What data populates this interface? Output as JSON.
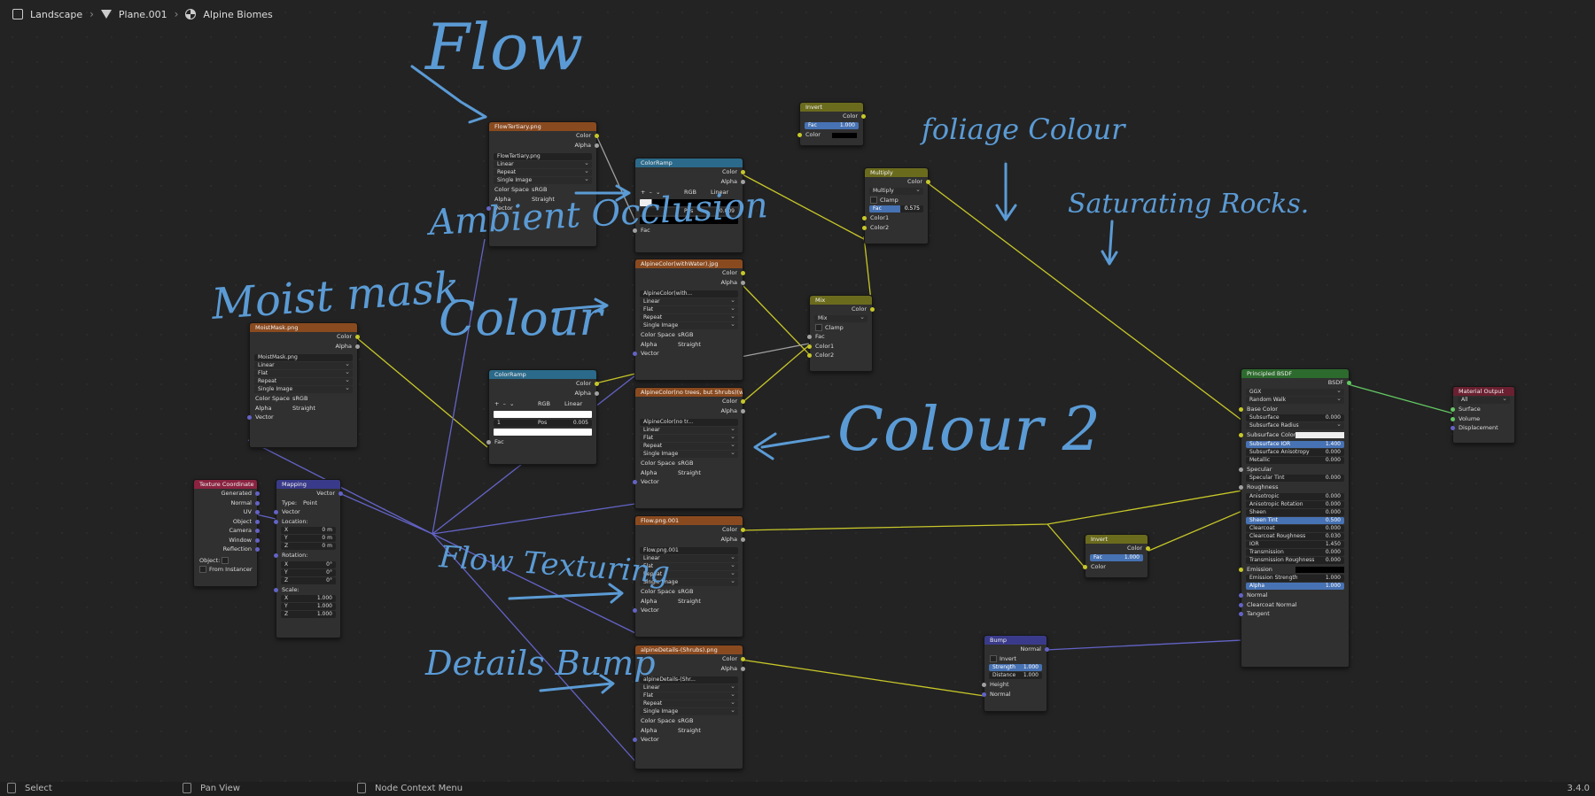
{
  "breadcrumb": {
    "items": [
      {
        "label": "Landscape",
        "icon": "scene-icon"
      },
      {
        "label": "Plane.001",
        "icon": "mesh-icon"
      },
      {
        "label": "Alpine Biomes",
        "icon": "material-icon"
      }
    ]
  },
  "version": "3.4.0",
  "status": {
    "select": "Select",
    "pan": "Pan View",
    "context": "Node Context Menu"
  },
  "colors": {
    "texture_header": "#8a4a1f",
    "converter_header": "#2b6a8a",
    "color_header": "#6b6b1e",
    "shader_header": "#2d6a2d",
    "input_header": "#8a2340",
    "vector_header": "#3a3a8a",
    "output_header": "#6a2030",
    "color_wire": "#c7c729",
    "vector_wire": "#6363c7",
    "shader_wire": "#63c763",
    "annotation_ink": "#5b9bd5"
  },
  "annotations": [
    "Flow",
    "Ambient Occlusion",
    "Moist mask",
    "Colour",
    "Colour 2",
    "Flow Texturing",
    "Details Bump",
    "foliage Colour",
    "Saturating Rocks."
  ],
  "common": {
    "color": "Color",
    "alpha": "Alpha",
    "vector": "Vector",
    "fac": "Fac",
    "linear": "Linear",
    "flat": "Flat",
    "repeat": "Repeat",
    "single_image": "Single Image",
    "colorspace": "Color Space",
    "srgb": "sRGB",
    "alpha_label": "Alpha",
    "straight": "Straight",
    "rgb": "RGB",
    "ramp_pos": "1",
    "pos_label": "Pos",
    "ramp_val": "0.005",
    "ramp_val2": "0.009"
  },
  "nodes": {
    "flow_ao": {
      "title": "FlowTertiary.png",
      "file": "FlowTertiary.png"
    },
    "moist": {
      "title": "MoistMask.png",
      "file": "MoistMask.png"
    },
    "ramp1": {
      "title": "ColorRamp"
    },
    "ramp2": {
      "title": "ColorRamp"
    },
    "alpine_color": {
      "title": "AlpineColor(withWater).jpg",
      "file": "AlpineColor(with..."
    },
    "alpine_color2": {
      "title": "AlpineColor(no trees, but Shrubs)(withWater...",
      "file": "AlpineColor(no tr..."
    },
    "flowing": {
      "title": "Flow.png.001",
      "file": "Flow.png.001"
    },
    "details": {
      "title": "alpineDetails-(Shrubs).png",
      "file": "alpineDetails-(Shr..."
    },
    "texcoord": {
      "title": "Texture Coordinate",
      "outputs": [
        "Generated",
        "Normal",
        "UV",
        "Object",
        "Camera",
        "Window",
        "Reflection"
      ],
      "object_label": "Object:",
      "from_instancer": "From Instancer"
    },
    "mapping": {
      "title": "Mapping",
      "type_label": "Type:",
      "type": "Point",
      "location": "Location:",
      "rotation": "Rotation:",
      "scale": "Scale:",
      "loc": [
        {
          "a": "X",
          "v": "0 m"
        },
        {
          "a": "Y",
          "v": "0 m"
        },
        {
          "a": "Z",
          "v": "0 m"
        }
      ],
      "rot": [
        {
          "a": "X",
          "v": "0°"
        },
        {
          "a": "Y",
          "v": "0°"
        },
        {
          "a": "Z",
          "v": "0°"
        }
      ],
      "scl": [
        {
          "a": "X",
          "v": "1.000"
        },
        {
          "a": "Y",
          "v": "1.000"
        },
        {
          "a": "Z",
          "v": "1.000"
        }
      ]
    },
    "invert_top": {
      "title": "Invert",
      "fac": "1.000"
    },
    "multiply": {
      "title": "Multiply",
      "mode": "Multiply",
      "clamp": "Clamp",
      "fac": "0.575",
      "c1": "Color1",
      "c2": "Color2"
    },
    "mix": {
      "title": "Mix",
      "mode": "Mix",
      "clamp": "Clamp",
      "fac": "Fac",
      "c1": "Color1",
      "c2": "Color2"
    },
    "invert_right": {
      "title": "Invert",
      "fac": "1.000"
    },
    "bump": {
      "title": "Bump",
      "normal_out": "Normal",
      "invert": "Invert",
      "strength": "Strength",
      "strength_v": "1.000",
      "distance": "Distance",
      "distance_v": "1.000",
      "height": "Height",
      "normal": "Normal"
    },
    "bsdf": {
      "title": "Principled BSDF",
      "out": "BSDF",
      "dist": "GGX",
      "sss": "Random Walk",
      "rows": [
        {
          "l": "Base Color",
          "t": "sock"
        },
        {
          "l": "Subsurface",
          "v": "0.000",
          "t": "fld"
        },
        {
          "l": "Subsurface Radius",
          "t": "sel"
        },
        {
          "l": "Subsurface Color",
          "t": "white"
        },
        {
          "l": "Subsurface IOR",
          "v": "1.400",
          "t": "blue"
        },
        {
          "l": "Subsurface Anisotropy",
          "v": "0.000",
          "t": "fld"
        },
        {
          "l": "Metallic",
          "v": "0.000",
          "t": "fld"
        },
        {
          "l": "Specular",
          "t": "sock"
        },
        {
          "l": "Specular Tint",
          "v": "0.000",
          "t": "fld"
        },
        {
          "l": "Roughness",
          "t": "sock"
        },
        {
          "l": "Anisotropic",
          "v": "0.000",
          "t": "fld"
        },
        {
          "l": "Anisotropic Rotation",
          "v": "0.000",
          "t": "fld"
        },
        {
          "l": "Sheen",
          "v": "0.000",
          "t": "fld"
        },
        {
          "l": "Sheen Tint",
          "v": "0.500",
          "t": "blue"
        },
        {
          "l": "Clearcoat",
          "v": "0.000",
          "t": "fld"
        },
        {
          "l": "Clearcoat Roughness",
          "v": "0.030",
          "t": "fld"
        },
        {
          "l": "IOR",
          "v": "1.450",
          "t": "fld"
        },
        {
          "l": "Transmission",
          "v": "0.000",
          "t": "fld"
        },
        {
          "l": "Transmission Roughness",
          "v": "0.000",
          "t": "fld"
        },
        {
          "l": "Emission",
          "t": "black"
        },
        {
          "l": "Emission Strength",
          "v": "1.000",
          "t": "fld"
        },
        {
          "l": "Alpha",
          "v": "1.000",
          "t": "blue"
        },
        {
          "l": "Normal",
          "t": "sock"
        },
        {
          "l": "Clearcoat Normal",
          "t": "sock"
        },
        {
          "l": "Tangent",
          "t": "sock"
        }
      ]
    },
    "output": {
      "title": "Material Output",
      "target": "All",
      "surface": "Surface",
      "volume": "Volume",
      "displacement": "Displacement"
    }
  }
}
